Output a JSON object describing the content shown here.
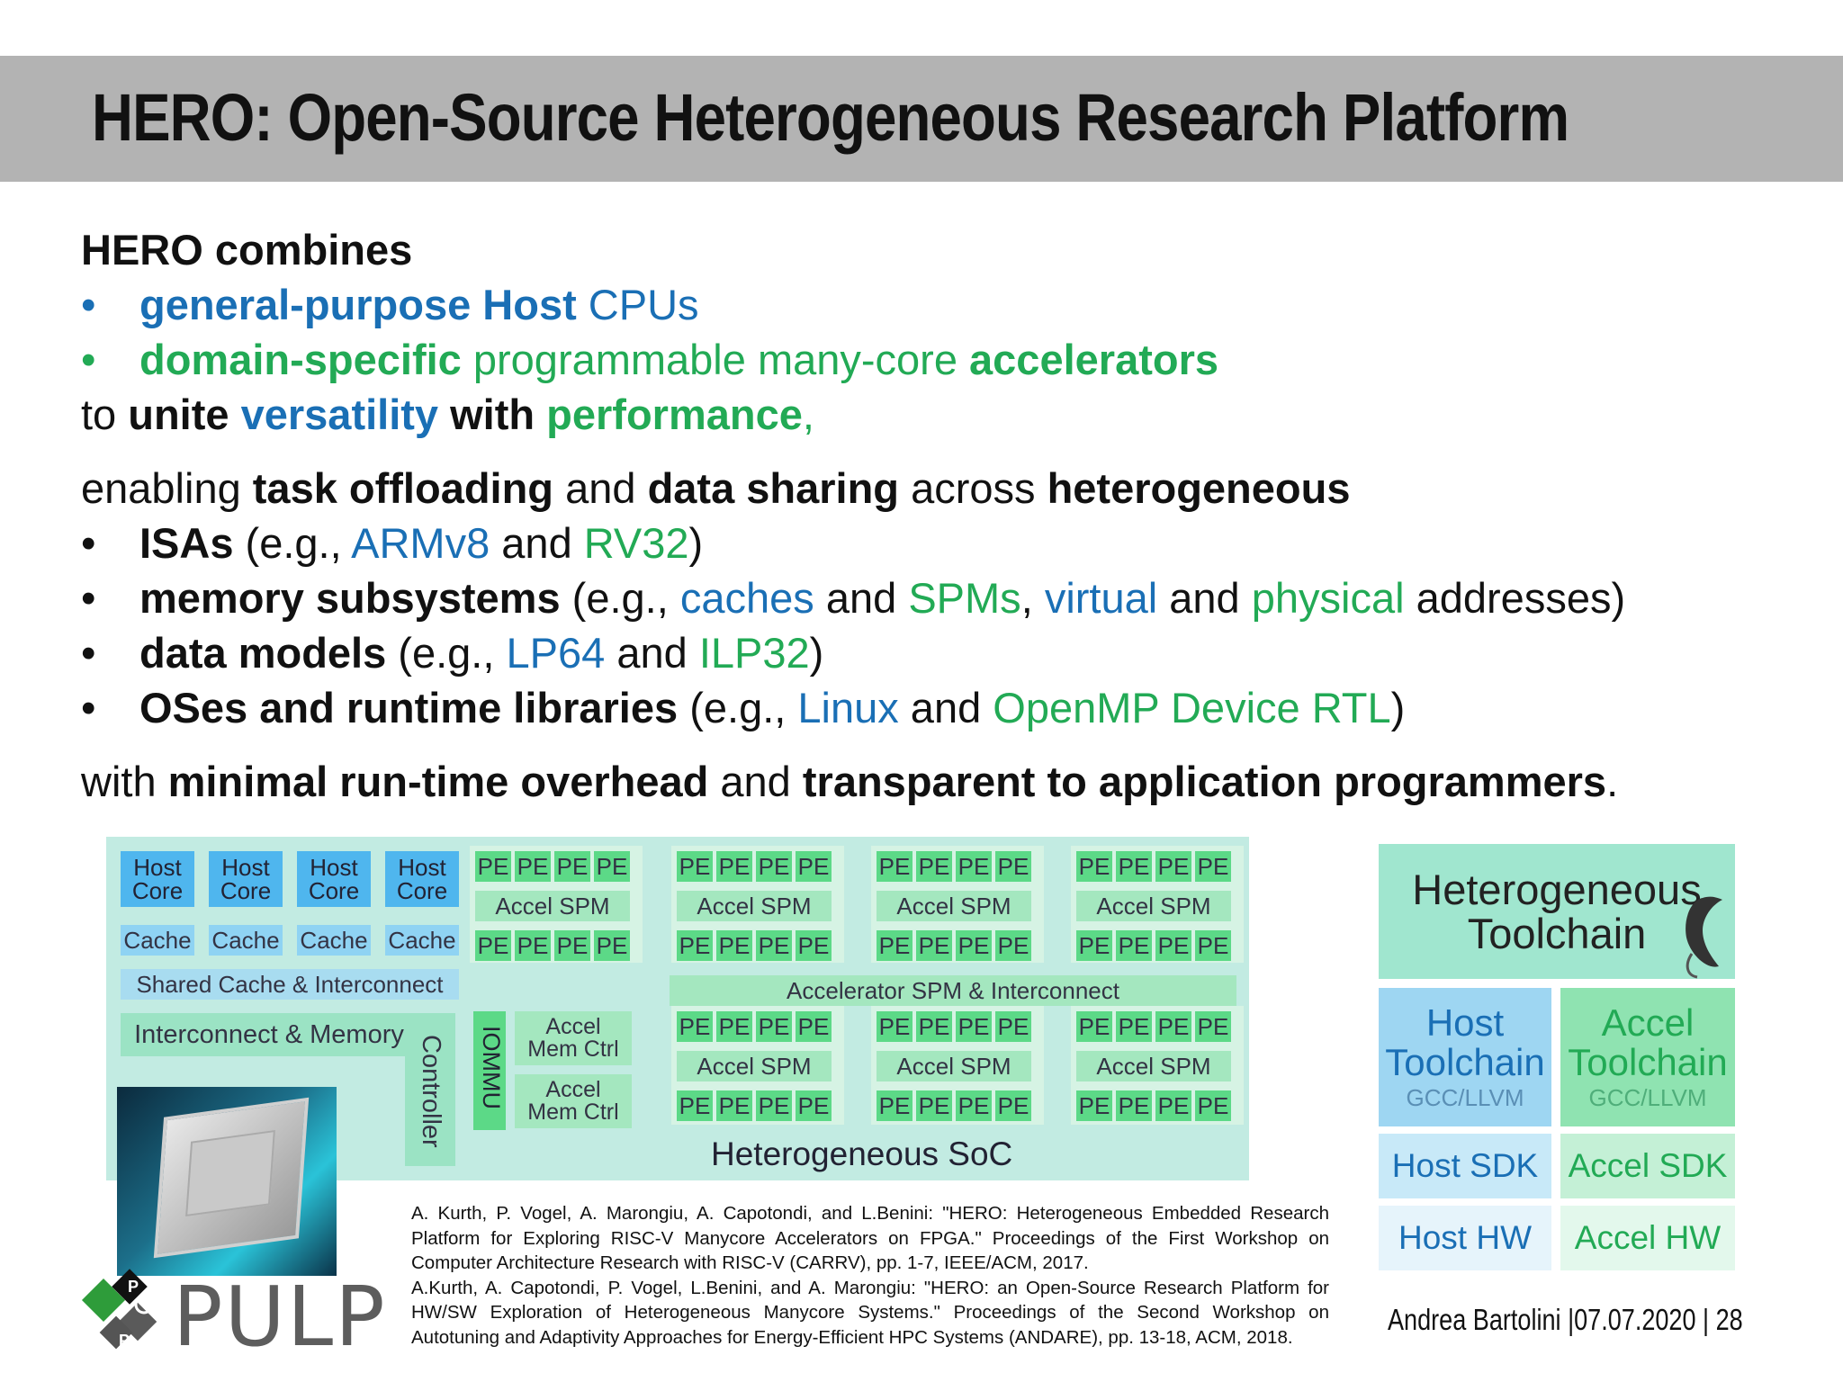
{
  "title": "HERO: Open-Source Heterogeneous Research Platform",
  "intro": {
    "heading": "HERO combines",
    "bullet_char": "•",
    "b1_bold": "general-purpose Host",
    "b1_rest": " CPUs",
    "b2_bold": "domain-specific",
    "b2_mid": " programmable many-core ",
    "b2_bold2": "accelerators",
    "l4_to": "to ",
    "l4_unite": "unite ",
    "l4_versatility": "versatility",
    "l4_with": " with ",
    "l4_performance": "performance",
    "l4_comma": ","
  },
  "enabling": {
    "t1": "enabling ",
    "t2": "task offloading",
    "t3": " and ",
    "t4": "data sharing",
    "t5": " across ",
    "t6": "heterogeneous"
  },
  "bullets": {
    "isa_bold": "ISAs",
    "isa_pre": " (e.g., ",
    "isa_a": "ARMv8",
    "isa_and": " and ",
    "isa_b": "RV32",
    "isa_close": ")",
    "mem_bold": "memory subsystems",
    "mem_pre": " (e.g., ",
    "mem_a": "caches",
    "mem_and1": " and ",
    "mem_b": "SPMs",
    "mem_comma": ", ",
    "mem_c": "virtual",
    "mem_and2": " and ",
    "mem_d": "physical",
    "mem_close": " addresses)",
    "dm_bold": "data models",
    "dm_pre": " (e.g., ",
    "dm_a": "LP64",
    "dm_and": " and ",
    "dm_b": "ILP32",
    "dm_close": ")",
    "os_bold": "OSes and runtime libraries",
    "os_pre": " (e.g., ",
    "os_a": "Linux",
    "os_and": " and ",
    "os_b": "OpenMP Device RTL",
    "os_close": ")"
  },
  "closing": {
    "t1": "with ",
    "t2": "minimal run-time overhead",
    "t3": " and ",
    "t4": "transparent to application programmers",
    "t5": "."
  },
  "diagram": {
    "host_core": "Host Core",
    "cache": "Cache",
    "shared_cache": "Shared Cache & Interconnect",
    "interconnect_memory": "Interconnect & Memory",
    "controller": "Controller",
    "iommu": "IOMMU",
    "accel_mem_ctrl": "Accel Mem Ctrl",
    "pe": "PE",
    "accel_spm": "Accel SPM",
    "accel_spm_interconnect": "Accelerator SPM & Interconnect",
    "soc_label": "Heterogeneous SoC"
  },
  "logo": {
    "text": "PULP",
    "p_letter": "P"
  },
  "references": {
    "ref1": "A. Kurth, P. Vogel, A. Marongiu, A. Capotondi, and L.Benini: \"HERO: Heterogeneous Embedded Research Platform for Exploring RISC-V Manycore Accelerators on FPGA.\" Proceedings of the First Workshop on Computer Architecture Research with RISC-V (CARRV), pp. 1-7, IEEE/ACM, 2017.",
    "ref2": "A.Kurth, A. Capotondi, P. Vogel, L.Benini, and A. Marongiu: \"HERO: an Open-Source Research Platform for HW/SW Exploration of Heterogeneous Manycore Systems.\" Proceedings of the Second Workshop on Autotuning and Adaptivity Approaches for Energy-Efficient HPC Systems (ANDARE), pp. 13-18, ACM, 2018."
  },
  "toolchain": {
    "heading_l1": "Heterogeneous",
    "heading_l2": "Toolchain",
    "host_tc_l1": "Host",
    "host_tc_l2": "Toolchain",
    "accel_tc_l1": "Accel",
    "accel_tc_l2": "Toolchain",
    "gcc_llvm": "GCC/LLVM",
    "host_sdk": "Host SDK",
    "accel_sdk": "Accel SDK",
    "host_hw": "Host HW",
    "accel_hw": "Accel HW"
  },
  "footer": {
    "author": "Andrea Bartolini",
    "sep1": " |",
    "date": "07.07.2020",
    "sep2": " | ",
    "page": "28"
  },
  "colors": {
    "title_bar": "#b3b3b3",
    "blue": "#1a6fb5",
    "green": "#22aa55",
    "soc_bg": "#c2ebe2",
    "host_core": "#4fb6ee",
    "pe": "#5cd987"
  }
}
